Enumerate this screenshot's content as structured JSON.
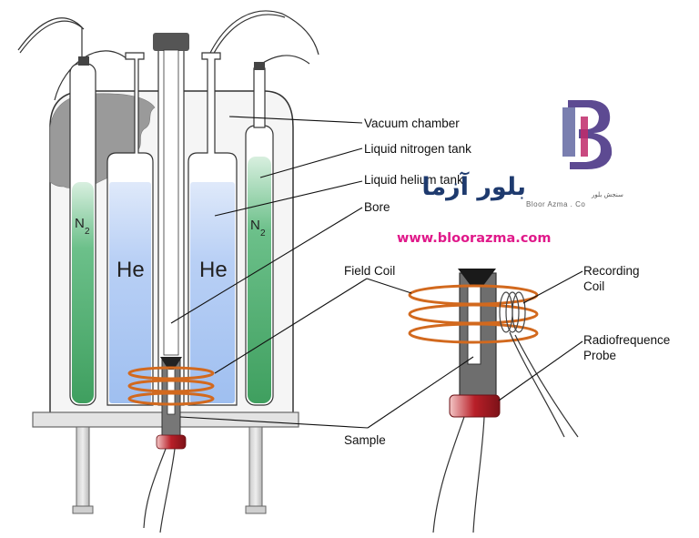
{
  "labels": {
    "vacuum_chamber": "Vacuum chamber",
    "liquid_nitrogen_tank": "Liquid nitrogen tank",
    "liquid_helium_tank": "Liquid helium tank",
    "bore": "Bore",
    "field_coil": "Field Coil",
    "recording_coil_line1": "Recording",
    "recording_coil_line2": "Coil",
    "rf_probe_line1": "Radiofrequence",
    "rf_probe_line2": "Probe",
    "sample": "Sample"
  },
  "tanks": {
    "helium_left": "He",
    "helium_right": "He",
    "nitrogen_left": "N",
    "nitrogen_left_sub": "2",
    "nitrogen_right": "N",
    "nitrogen_right_sub": "2"
  },
  "website": "www.bloorazma.com",
  "logo": {
    "persian_name": "بلور آزما",
    "persian_tagline": "سنجش بلور",
    "english_name": "Bloor Azma . Co"
  },
  "colors": {
    "helium": "#a9c6f2",
    "nitrogen": "#4caf6e",
    "coil": "#d2691e",
    "probe": "#c1272d",
    "url": "#e0198a"
  }
}
